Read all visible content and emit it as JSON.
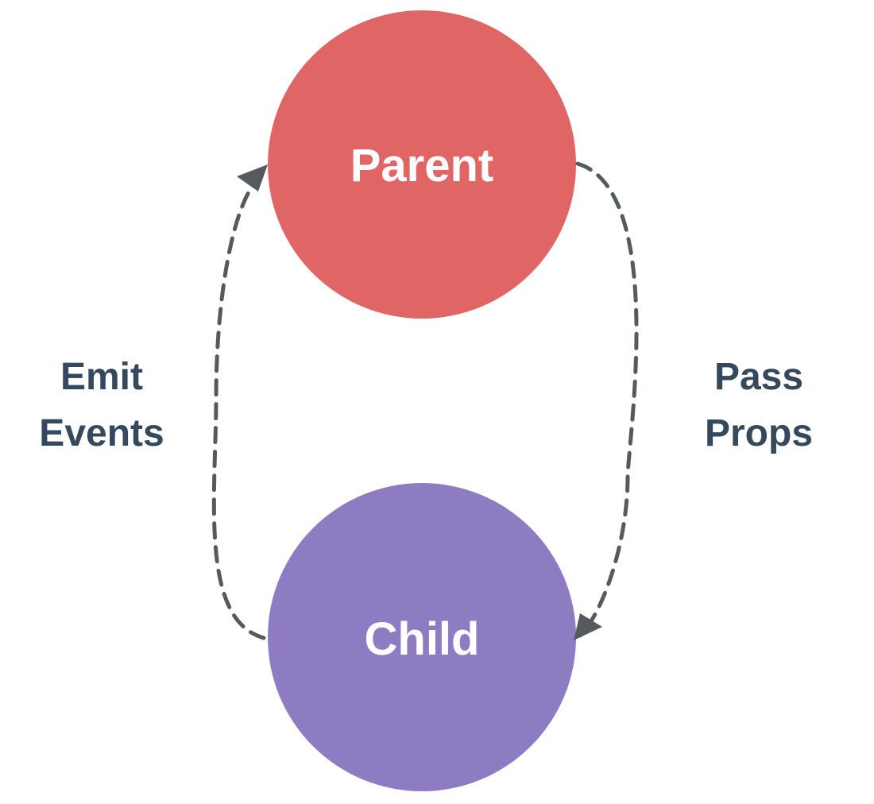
{
  "nodes": {
    "parent": {
      "label": "Parent",
      "color": "#e06666"
    },
    "child": {
      "label": "Child",
      "color": "#8e7cc3"
    }
  },
  "edges": {
    "pass_props": {
      "line1": "Pass",
      "line2": "Props"
    },
    "emit_events": {
      "line1": "Emit",
      "line2": "Events"
    }
  },
  "colors": {
    "text": "#35495e",
    "arrow": "#555a5e"
  }
}
